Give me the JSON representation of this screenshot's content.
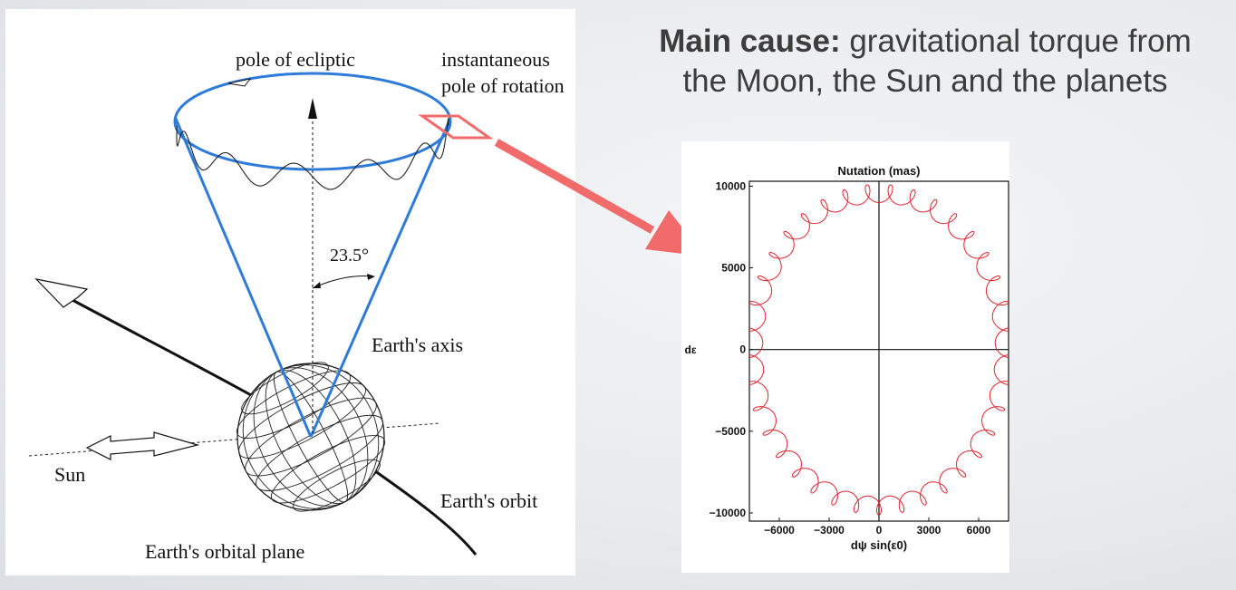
{
  "slide": {
    "heading_bold": "Main cause:",
    "heading_rest": " gravitational torque from",
    "heading_line2": "the Moon, the Sun and the planets"
  },
  "diagram": {
    "labels": {
      "pole_of_ecliptic": "pole of ecliptic",
      "instantaneous": "instantaneous",
      "pole_of_rotation": "pole of rotation",
      "angle": "23.5°",
      "earths_axis": "Earth's axis",
      "sun": "Sun",
      "earths_orbit": "Earth's orbit",
      "earths_orbital_plane": "Earth's orbital plane"
    },
    "colors": {
      "cone": "#2f7bd9",
      "arrow": "#f26b6b",
      "ink": "#111111"
    }
  },
  "chart_data": {
    "type": "line",
    "title": "Nutation  (mas)",
    "xlabel": "dψ sin(ε0)",
    "ylabel": "dε",
    "xlim": [
      -7800,
      7800
    ],
    "ylim": [
      -10500,
      10300
    ],
    "xticks": [
      -6000,
      -3000,
      0,
      3000,
      6000
    ],
    "xtick_labels": [
      "−6000",
      "−3000",
      "0",
      "3000",
      "6000"
    ],
    "yticks": [
      10000,
      5000,
      0,
      -5000,
      -10000
    ],
    "ytick_labels": [
      "10000",
      "5000",
      "0",
      "−5000",
      "−10000"
    ],
    "series": [
      {
        "color": "#e0242f",
        "main_radius": [
          7000,
          9000
        ],
        "loops_per_revolution": 37,
        "loop_radius": 560,
        "samples": 2600
      }
    ]
  }
}
